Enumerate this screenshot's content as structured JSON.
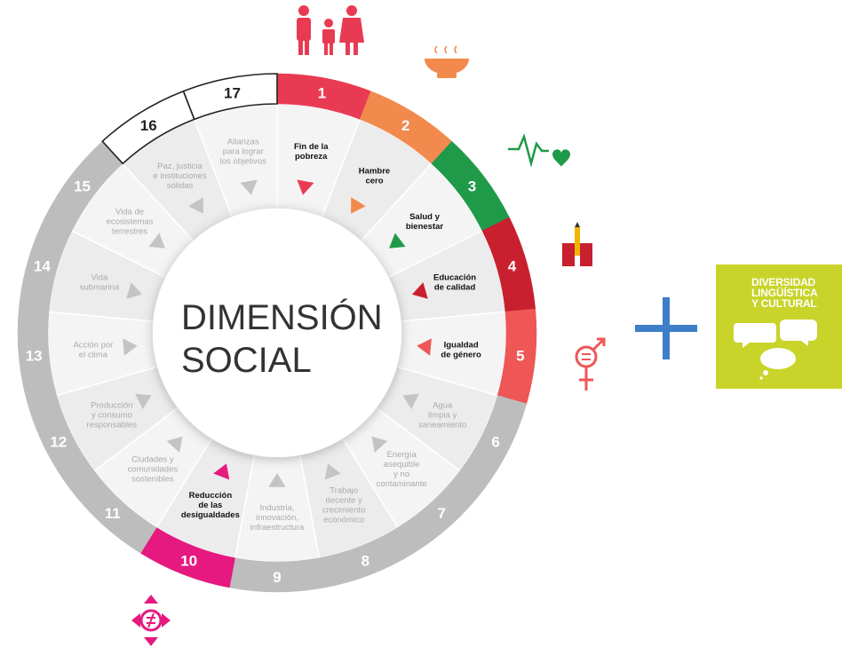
{
  "center": {
    "line1": "DIMENSIÓN",
    "line2": "SOCIAL"
  },
  "goals": [
    {
      "num": "1",
      "label": [
        "Fin de la",
        "pobreza"
      ],
      "highlight": true,
      "color": "#e83b53"
    },
    {
      "num": "2",
      "label": [
        "Hambre",
        "cero"
      ],
      "highlight": true,
      "color": "#f28a4d"
    },
    {
      "num": "3",
      "label": [
        "Salud y",
        "bienestar"
      ],
      "highlight": true,
      "color": "#1f9a49"
    },
    {
      "num": "4",
      "label": [
        "Educación",
        "de calidad"
      ],
      "highlight": true,
      "color": "#c9202f"
    },
    {
      "num": "5",
      "label": [
        "Igualdad",
        "de género"
      ],
      "highlight": true,
      "color": "#ef5656"
    },
    {
      "num": "6",
      "label": [
        "Agua",
        "limpia y",
        "saneamiento"
      ],
      "highlight": false,
      "color": "#bdbdbd"
    },
    {
      "num": "7",
      "label": [
        "Energía",
        "asequible",
        "y no",
        "contaminante"
      ],
      "highlight": false,
      "color": "#bdbdbd"
    },
    {
      "num": "8",
      "label": [
        "Trabajo",
        "decente y",
        "crecimiento",
        "económico"
      ],
      "highlight": false,
      "color": "#bdbdbd"
    },
    {
      "num": "9",
      "label": [
        "Industria,",
        "innovación,",
        "infraestructura"
      ],
      "highlight": false,
      "color": "#bdbdbd"
    },
    {
      "num": "10",
      "label": [
        "Reducción",
        "de las",
        "desigualdades"
      ],
      "highlight": true,
      "color": "#e5197f"
    },
    {
      "num": "11",
      "label": [
        "Ciudades y",
        "comunidades",
        "sostenibles"
      ],
      "highlight": false,
      "color": "#bdbdbd"
    },
    {
      "num": "12",
      "label": [
        "Producción",
        "y consumo",
        "responsables"
      ],
      "highlight": false,
      "color": "#bdbdbd"
    },
    {
      "num": "13",
      "label": [
        "Acción por",
        "el clima"
      ],
      "highlight": false,
      "color": "#bdbdbd"
    },
    {
      "num": "14",
      "label": [
        "Vida",
        "submarina"
      ],
      "highlight": false,
      "color": "#bdbdbd"
    },
    {
      "num": "15",
      "label": [
        "Vida de",
        "ecosistemas",
        "terrestres"
      ],
      "highlight": false,
      "color": "#bdbdbd"
    },
    {
      "num": "16",
      "label": [
        "Paz, justicia",
        "e instituciones",
        "sólidas"
      ],
      "highlight": false,
      "color": "#ffffff",
      "outlined": true
    },
    {
      "num": "17",
      "label": [
        "Alianzas",
        "para lograr",
        "los objetivos"
      ],
      "highlight": false,
      "color": "#ffffff",
      "outlined": true
    }
  ],
  "icons": [
    {
      "goal": "1",
      "name": "family-icon",
      "color": "#e83b53"
    },
    {
      "goal": "2",
      "name": "bowl-icon",
      "color": "#f28a4d"
    },
    {
      "goal": "3",
      "name": "heartbeat-icon",
      "color": "#1f9a49"
    },
    {
      "goal": "4",
      "name": "book-icon",
      "color": "#c9202f"
    },
    {
      "goal": "5",
      "name": "gender-icon",
      "color": "#ef5656"
    },
    {
      "goal": "10",
      "name": "inequality-icon",
      "color": "#e5197f"
    }
  ],
  "plus": {
    "color": "#3f7fc9"
  },
  "extra_box": {
    "lines": [
      "DIVERSIDAD",
      "LINGÜÍSTICA",
      "Y CULTURAL"
    ],
    "background": "#c8d42a",
    "icon": "speech-bubbles-icon"
  }
}
